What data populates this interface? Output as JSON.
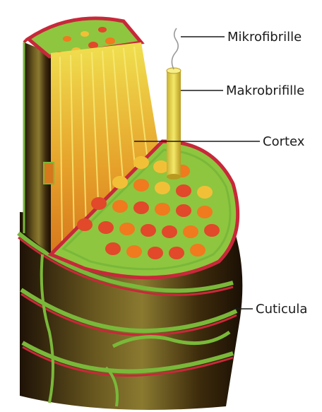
{
  "diagram": {
    "labels": {
      "mikrofibrille": "Mikrofibrille",
      "makrofibrille": "Makrobrifille",
      "cortex": "Cortex",
      "cuticula": "Cuticula"
    },
    "colors": {
      "cuticle_dark": "#2a1a08",
      "cuticle_mid": "#5a4818",
      "cuticle_light": "#8a7a30",
      "cuticle_edge_green": "#7ab83a",
      "cuticle_edge_red": "#c8283a",
      "cortex_green": "#8ec63f",
      "cell_orange": "#f07a1e",
      "cell_red": "#e2482a",
      "cell_yellow": "#f2c037",
      "fiber_yellow": "#e7d23a",
      "fiber_orange": "#e8901e",
      "leader": "#1a1a1a"
    }
  }
}
